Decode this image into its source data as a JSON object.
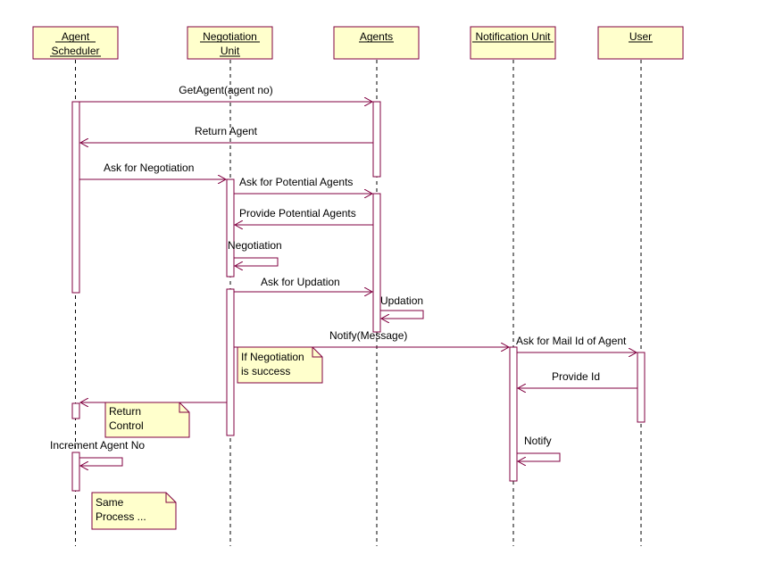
{
  "colors": {
    "box_fill": "#ffffcc",
    "line": "#800040",
    "lifeline": "#000000",
    "background": "#ffffff"
  },
  "participants": [
    {
      "id": "scheduler",
      "lines": [
        "Agent",
        "Scheduler"
      ]
    },
    {
      "id": "negotiation",
      "lines": [
        "Negotiation",
        "Unit"
      ]
    },
    {
      "id": "agents",
      "lines": [
        "Agents"
      ]
    },
    {
      "id": "notification",
      "lines": [
        "Notification Unit"
      ]
    },
    {
      "id": "user",
      "lines": [
        "User"
      ]
    }
  ],
  "messages": [
    {
      "id": "getagent",
      "label": "GetAgent(agent no)"
    },
    {
      "id": "return-agent",
      "label": "Return Agent"
    },
    {
      "id": "ask-negotiation",
      "label": "Ask for Negotiation"
    },
    {
      "id": "ask-potential",
      "label": "Ask for Potential Agents"
    },
    {
      "id": "provide-potential",
      "label": "Provide Potential Agents"
    },
    {
      "id": "negotiation",
      "label": "Negotiation"
    },
    {
      "id": "ask-updation",
      "label": "Ask for Updation"
    },
    {
      "id": "updation",
      "label": "Updation"
    },
    {
      "id": "notify-message",
      "label": "Notify(Message)"
    },
    {
      "id": "ask-mail",
      "label": "Ask for Mail Id of Agent"
    },
    {
      "id": "provide-id",
      "label": "Provide Id"
    },
    {
      "id": "notify",
      "label": "Notify"
    },
    {
      "id": "increment",
      "label": "Increment Agent No"
    }
  ],
  "notes": [
    {
      "id": "success",
      "lines": [
        "If Negotiation",
        "is success"
      ]
    },
    {
      "id": "return-control",
      "lines": [
        "Return",
        "Control"
      ]
    },
    {
      "id": "same-process",
      "lines": [
        "Same",
        "Process ..."
      ]
    }
  ]
}
